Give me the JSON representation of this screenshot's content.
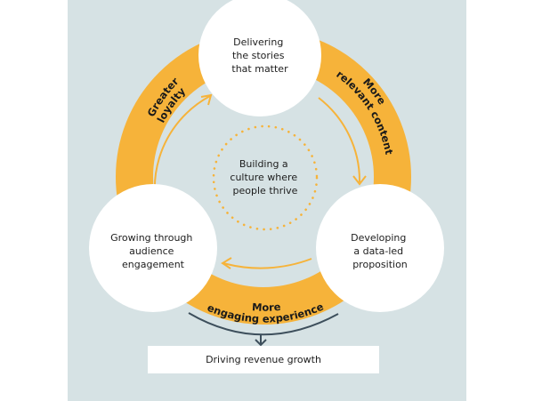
{
  "colors": {
    "panel_background": "#d6e2e4",
    "ring": "#f6b33a",
    "arrow_inner": "#f6b33a",
    "arrow_outcome": "#3d4f5c",
    "node_fill": "#ffffff",
    "text": "#1d1d1d"
  },
  "nodes": {
    "top": [
      "Delivering",
      "the stories",
      "that matter"
    ],
    "right": [
      "Developing",
      "a data-led",
      "proposition"
    ],
    "left": [
      "Growing through",
      "audience",
      "engagement"
    ],
    "center": [
      "Building a",
      "culture where",
      "people thrive"
    ]
  },
  "arc_labels": {
    "left": [
      "Greater",
      "loyalty"
    ],
    "right": [
      "More",
      "relevant content"
    ],
    "bottom": [
      "More",
      "engaging experience"
    ]
  },
  "outcome": "Driving revenue growth"
}
